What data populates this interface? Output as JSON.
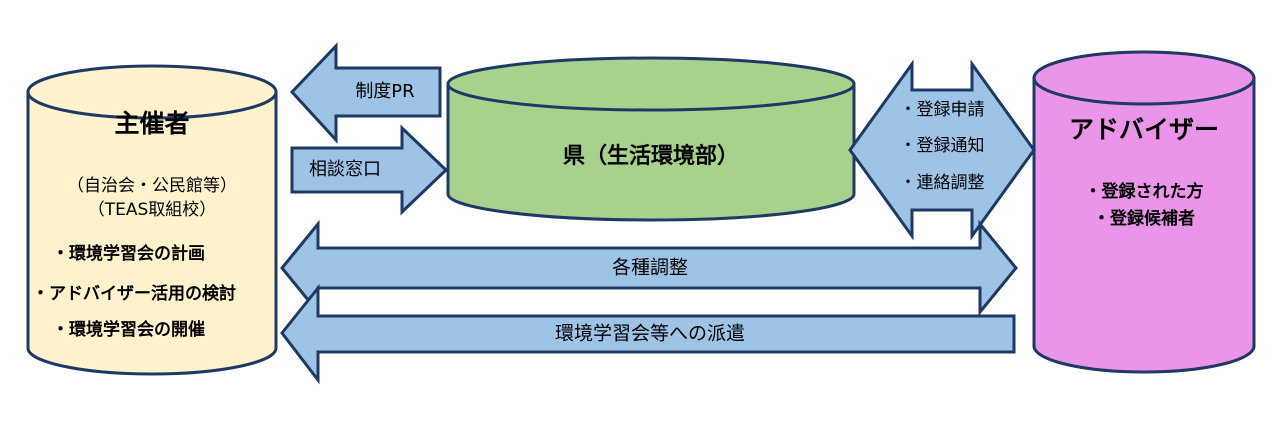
{
  "organizer": {
    "title": "主催者",
    "subtitle_lines": [
      "（自治会・公民館等）",
      "（TEAS取組校）"
    ],
    "tasks": [
      "・環境学習会の計画",
      "・アドバイザー活用の検討",
      "・環境学習会の開催"
    ],
    "color": "#FFF2CC"
  },
  "prefecture": {
    "title": "県（生活環境部）",
    "color": "#A9D18E"
  },
  "advisor": {
    "title": "アドバイザー",
    "items": [
      "・登録された方",
      "・登録候補者"
    ],
    "color": "#EA95EA"
  },
  "arrows": {
    "publicity": "制度PR",
    "consultation": "相談窓口",
    "registration_items": [
      "・登録申請",
      "・登録通知",
      "・連絡調整"
    ],
    "coordination": "各種調整",
    "dispatch": "環境学習会等への派遣",
    "color": "#9DC3E6",
    "border_color": "#1F3864"
  }
}
